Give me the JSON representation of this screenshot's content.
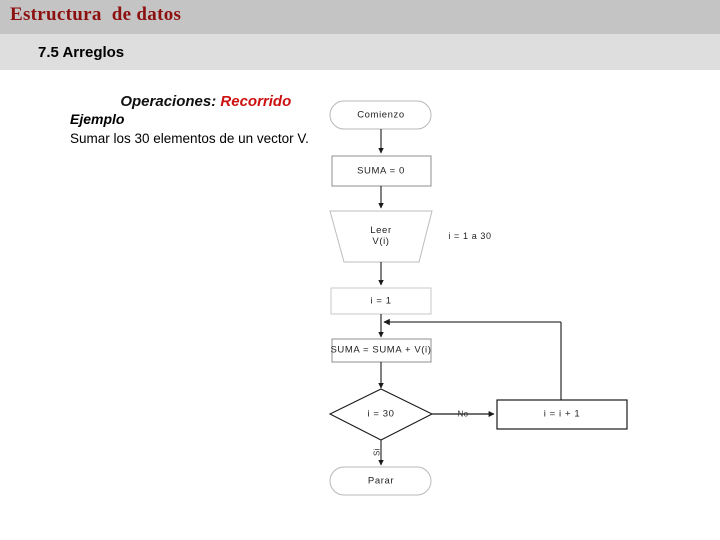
{
  "header": {
    "slide_title": "Estructura  de datos",
    "section_title": "7.5 Arreglos",
    "band_dark_color": "#c4c4c4",
    "band_light_color": "#dedede",
    "title_color": "#8c1010"
  },
  "subtitle": {
    "label": "Operaciones: ",
    "value": "Recorrido",
    "label_color": "#111111",
    "value_color": "#cc1111"
  },
  "example": {
    "heading": "Ejemplo",
    "body": "Sumar los 30 elementos de un vector V."
  },
  "flowchart": {
    "nodes": [
      {
        "id": "start",
        "shape": "terminator",
        "label": "Comienzo"
      },
      {
        "id": "init-sum",
        "shape": "process",
        "label": "SUMA = 0"
      },
      {
        "id": "read",
        "shape": "trapezoid",
        "label": "Leer\nV(i)"
      },
      {
        "id": "init-i",
        "shape": "process",
        "label": "i = 1"
      },
      {
        "id": "accumulate",
        "shape": "process",
        "label": "SUMA = SUMA + V(i)"
      },
      {
        "id": "test",
        "shape": "decision",
        "label": "i = 30"
      },
      {
        "id": "increment",
        "shape": "process",
        "label": "i = i + 1"
      },
      {
        "id": "stop",
        "shape": "terminator",
        "label": "Parar"
      }
    ],
    "annotations": [
      {
        "id": "range-label",
        "text": "i = 1 a 30"
      }
    ],
    "edge_labels": [
      {
        "id": "branch-no",
        "text": "No"
      },
      {
        "id": "branch-si",
        "text": "Si"
      }
    ]
  }
}
